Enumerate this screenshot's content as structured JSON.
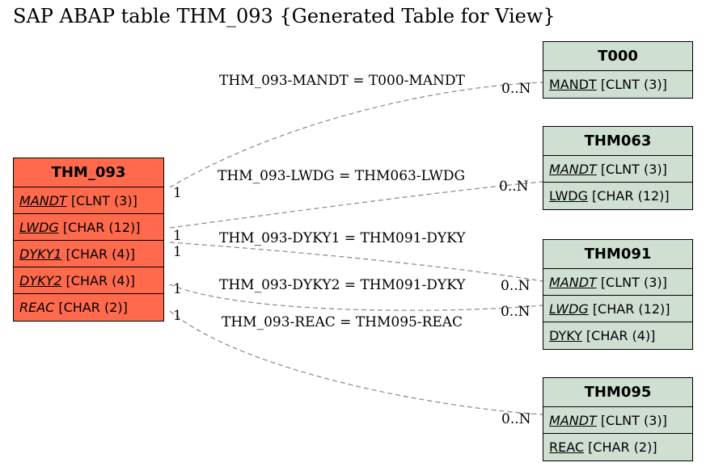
{
  "title": "SAP ABAP table THM_093 {Generated Table for View}",
  "main_table": {
    "name": "THM_093",
    "fields": [
      {
        "name": "MANDT",
        "type": "[CLNT (3)]",
        "key": true,
        "italic": true
      },
      {
        "name": "LWDG",
        "type": "[CHAR (12)]",
        "key": true,
        "italic": true
      },
      {
        "name": "DYKY1",
        "type": "[CHAR (4)]",
        "key": true,
        "italic": true
      },
      {
        "name": "DYKY2",
        "type": "[CHAR (4)]",
        "key": true,
        "italic": true
      },
      {
        "name": "REAC",
        "type": "[CHAR (2)]",
        "key": false,
        "italic": true
      }
    ]
  },
  "ref_tables": [
    {
      "name": "T000",
      "fields": [
        {
          "name": "MANDT",
          "type": "[CLNT (3)]",
          "key": true,
          "italic": false
        }
      ]
    },
    {
      "name": "THM063",
      "fields": [
        {
          "name": "MANDT",
          "type": "[CLNT (3)]",
          "key": true,
          "italic": true
        },
        {
          "name": "LWDG",
          "type": "[CHAR (12)]",
          "key": true,
          "italic": false
        }
      ]
    },
    {
      "name": "THM091",
      "fields": [
        {
          "name": "MANDT",
          "type": "[CLNT (3)]",
          "key": true,
          "italic": true
        },
        {
          "name": "LWDG",
          "type": "[CHAR (12)]",
          "key": true,
          "italic": true
        },
        {
          "name": "DYKY",
          "type": "[CHAR (4)]",
          "key": true,
          "italic": false
        }
      ]
    },
    {
      "name": "THM095",
      "fields": [
        {
          "name": "MANDT",
          "type": "[CLNT (3)]",
          "key": true,
          "italic": true
        },
        {
          "name": "REAC",
          "type": "[CHAR (2)]",
          "key": true,
          "italic": false
        }
      ]
    }
  ],
  "relations": [
    {
      "label": "THM_093-MANDT = T000-MANDT",
      "from_card": "1",
      "to_card": "0..N"
    },
    {
      "label": "THM_093-LWDG = THM063-LWDG",
      "from_card": "1",
      "to_card": "0..N"
    },
    {
      "label": "THM_093-DYKY1 = THM091-DYKY",
      "from_card": "1",
      "to_card": "0..N"
    },
    {
      "label": "THM_093-DYKY2 = THM091-DYKY",
      "from_card": "1",
      "to_card": "0..N"
    },
    {
      "label": "THM_093-REAC = THM095-REAC",
      "from_card": "1",
      "to_card": ""
    }
  ],
  "colors": {
    "main_table_fill": "#ff6a4d",
    "ref_table_fill": "#cfe0d2",
    "relation_line": "#888888"
  }
}
